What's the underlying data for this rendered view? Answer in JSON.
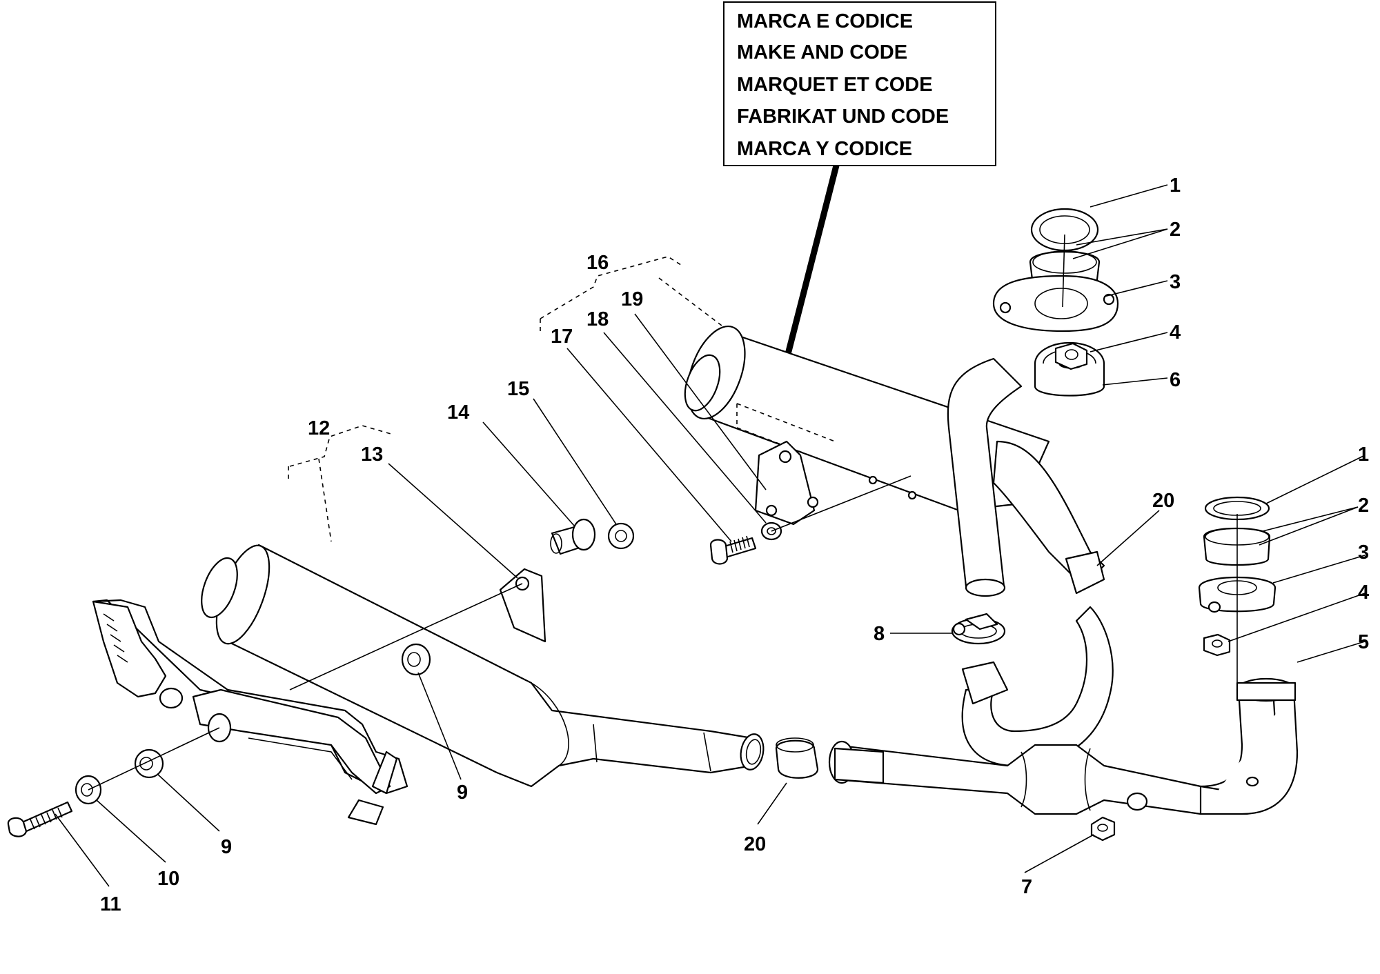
{
  "legend": {
    "lines": [
      "MARCA E CODICE",
      "MAKE AND CODE",
      "MARQUET ET CODE",
      "FABRIKAT UND CODE",
      "MARCA Y CODICE"
    ]
  },
  "callouts": {
    "c1a": "1",
    "c2a": "2",
    "c3a": "3",
    "c4a": "4",
    "c6": "6",
    "c1b": "1",
    "c2b": "2",
    "c3b": "3",
    "c4b": "4",
    "c5": "5",
    "c7": "7",
    "c8": "8",
    "c9a": "9",
    "c9b": "9",
    "c10": "10",
    "c11": "11",
    "c12": "12",
    "c13": "13",
    "c14": "14",
    "c15": "15",
    "c16": "16",
    "c17": "17",
    "c18": "18",
    "c19": "19",
    "c20a": "20",
    "c20b": "20"
  }
}
